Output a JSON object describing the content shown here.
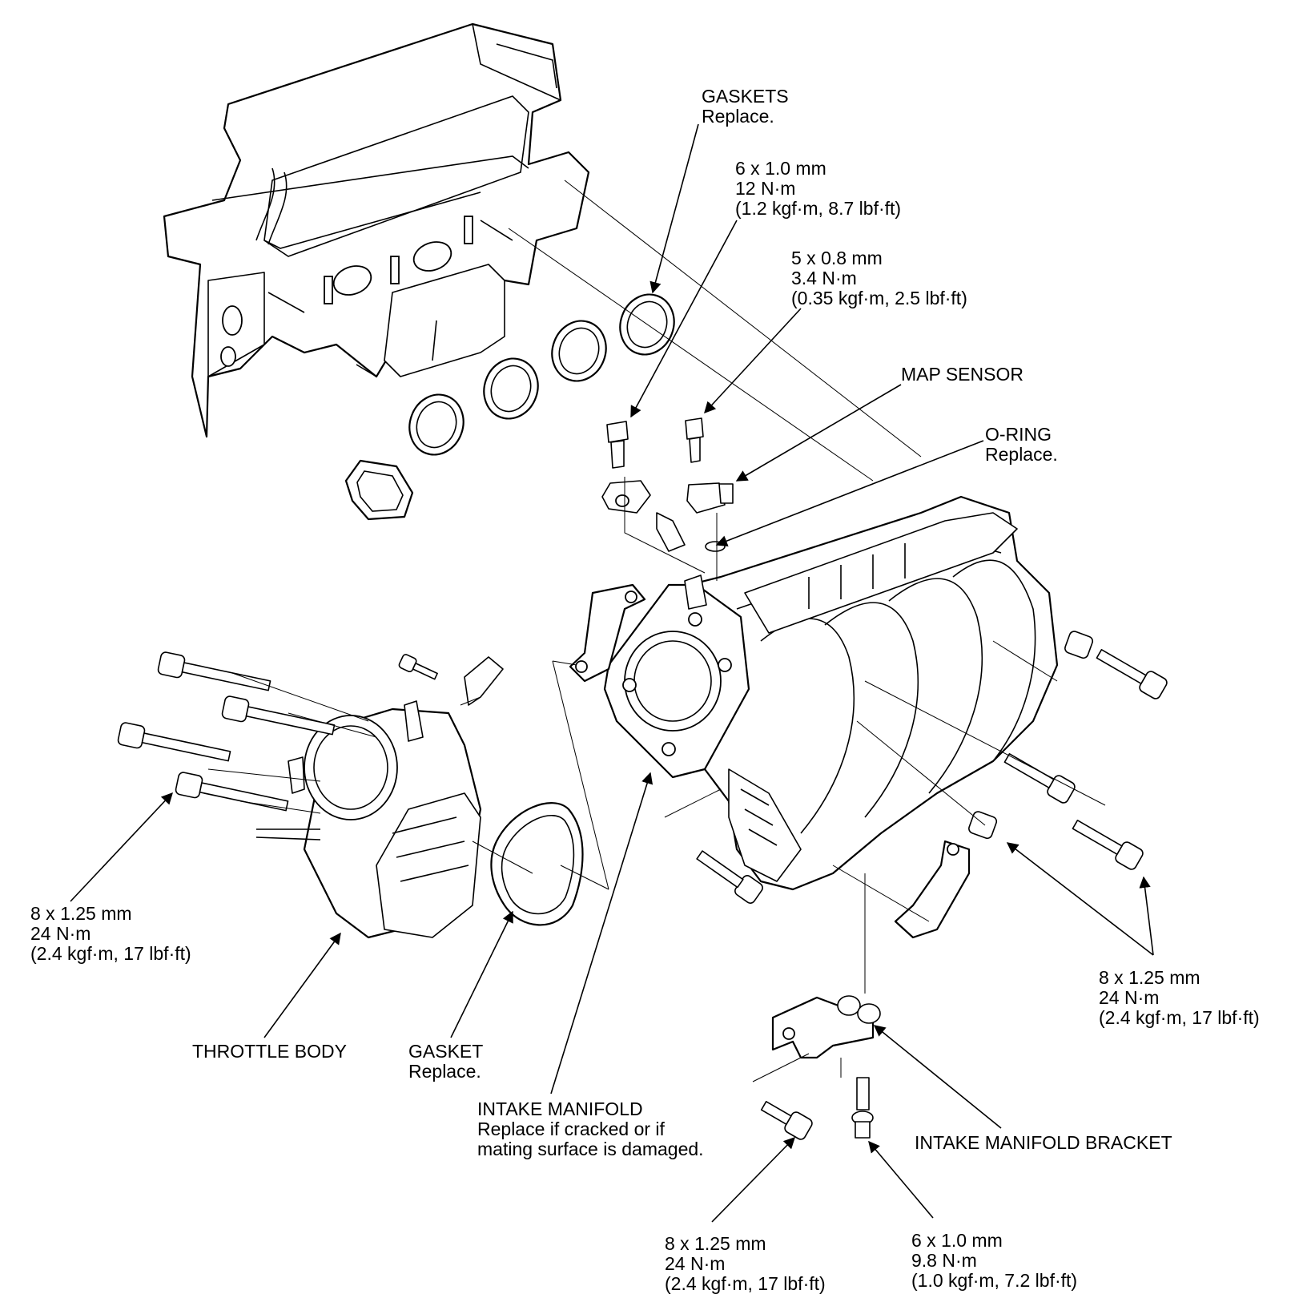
{
  "callouts": {
    "gaskets": {
      "title": "GASKETS",
      "note": "Replace."
    },
    "bolt_6x10_top": {
      "size": "6 x 1.0 mm",
      "torque": "12 N·m",
      "alt": "(1.2 kgf·m, 8.7 lbf·ft)"
    },
    "bolt_5x08": {
      "size": "5 x 0.8 mm",
      "torque": "3.4 N·m",
      "alt": "(0.35 kgf·m, 2.5 lbf·ft)"
    },
    "map_sensor": {
      "title": "MAP SENSOR"
    },
    "o_ring": {
      "title": "O-RING",
      "note": "Replace."
    },
    "bolt_8x125_left": {
      "size": "8 x 1.25 mm",
      "torque": "24 N·m",
      "alt": "(2.4 kgf·m, 17 lbf·ft)"
    },
    "throttle_body": {
      "title": "THROTTLE BODY"
    },
    "gasket": {
      "title": "GASKET",
      "note": "Replace."
    },
    "intake_manifold": {
      "title": "INTAKE MANIFOLD",
      "note1": "Replace if cracked or if",
      "note2": "mating surface is damaged."
    },
    "bolt_8x125_right": {
      "size": "8 x 1.25 mm",
      "torque": "24 N·m",
      "alt": "(2.4 kgf·m, 17 lbf·ft)"
    },
    "bracket": {
      "title": "INTAKE MANIFOLD BRACKET"
    },
    "bolt_8x125_bottom": {
      "size": "8 x 1.25 mm",
      "torque": "24 N·m",
      "alt": "(2.4 kgf·m, 17 lbf·ft)"
    },
    "bolt_6x10_bottom": {
      "size": "6 x 1.0 mm",
      "torque": "9.8 N·m",
      "alt": "(1.0 kgf·m, 7.2 lbf·ft)"
    }
  }
}
